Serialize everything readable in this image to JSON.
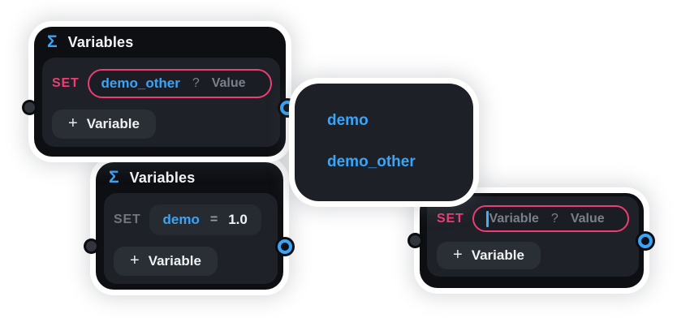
{
  "colors": {
    "accent_blue": "#3aa4f8",
    "accent_pink": "#ee3d74",
    "node_frame": "#0d0f13",
    "node_body": "#1e2128",
    "chip_background": "#262a31",
    "muted_text": "#7a8089",
    "canvas_background": "#ffffff"
  },
  "node_variables_top": {
    "title": "Variables",
    "sigma_icon": "Σ",
    "set_row": {
      "keyword": "SET",
      "variable_name": "demo_other",
      "separator": "?",
      "value_placeholder": "Value"
    },
    "add_variable_button": {
      "plus_icon": "+",
      "label": "Variable"
    }
  },
  "node_variables_bottom": {
    "title": "Variables",
    "sigma_icon": "Σ",
    "set_row": {
      "keyword": "SET",
      "variable_name": "demo",
      "equals_sign": "=",
      "value": "1.0"
    },
    "add_variable_button": {
      "plus_icon": "+",
      "label": "Variable"
    }
  },
  "node_variables_right": {
    "set_row": {
      "keyword": "SET",
      "variable_placeholder": "Variable",
      "separator": "?",
      "value_placeholder": "Value"
    },
    "add_variable_button": {
      "plus_icon": "+",
      "label": "Variable"
    }
  },
  "variable_suggestions": {
    "items": [
      {
        "label": "demo"
      },
      {
        "label": "demo_other"
      }
    ]
  }
}
